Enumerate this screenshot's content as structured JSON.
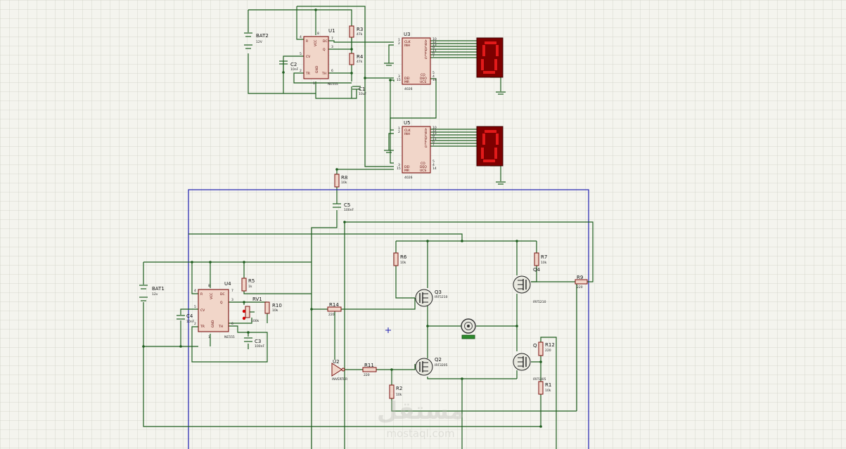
{
  "components": {
    "bat2": {
      "ref": "BAT2",
      "value": "12V"
    },
    "bat1": {
      "ref": "BAT1",
      "value": "12v"
    },
    "u1": {
      "ref": "U1",
      "part": "NE555",
      "pins": {
        "r": "R",
        "dc": "DC",
        "q": "Q",
        "cv": "CV",
        "tr": "TR",
        "th": "TH",
        "vcc": "VCC",
        "gnd": "GND"
      }
    },
    "u4": {
      "ref": "U4",
      "part": "NE555",
      "pins": {
        "r": "R",
        "dc": "DC",
        "q": "Q",
        "cv": "CV",
        "tr": "TR",
        "th": "TH",
        "vcc": "VCC",
        "gnd": "GND"
      }
    },
    "u3": {
      "ref": "U3",
      "part": "4026",
      "pins": {
        "clk": "CLK",
        "inh": "INH",
        "a": "A",
        "b": "B",
        "c": "C",
        "d": "D",
        "e": "E",
        "f": "F",
        "g": "G",
        "dei": "DEI",
        "mr": "MR",
        "co": "CO",
        "deo": "DEO",
        "ucs": "UCS"
      }
    },
    "u5": {
      "ref": "U5",
      "part": "4026",
      "pins": {
        "clk": "CLK",
        "inh": "INH",
        "a": "A",
        "b": "B",
        "c": "C",
        "d": "D",
        "e": "E",
        "f": "F",
        "g": "G",
        "dei": "DEI",
        "mr": "MR",
        "co": "CO",
        "deo": "DEO",
        "ucs": "UCS"
      }
    },
    "u2": {
      "ref": "U2",
      "part": "INVERTER"
    },
    "r1": {
      "ref": "R1",
      "value": "10k"
    },
    "r2": {
      "ref": "R2",
      "value": "10k"
    },
    "r3": {
      "ref": "R3",
      "value": "47k"
    },
    "r4": {
      "ref": "R4",
      "value": "47k"
    },
    "r5": {
      "ref": "R5",
      "value": "1k"
    },
    "r6": {
      "ref": "R6",
      "value": "10k"
    },
    "r7": {
      "ref": "R7",
      "value": "10k"
    },
    "r8": {
      "ref": "R8",
      "value": "10k"
    },
    "r9": {
      "ref": "R9",
      "value": "220"
    },
    "r10": {
      "ref": "R10",
      "value": "10k"
    },
    "r11": {
      "ref": "R11",
      "value": "220"
    },
    "r12": {
      "ref": "R12",
      "value": "220"
    },
    "r14": {
      "ref": "R14",
      "value": "220"
    },
    "rv1": {
      "ref": "RV1",
      "value": "100k"
    },
    "c1": {
      "ref": "C1",
      "value": "10uF"
    },
    "c2": {
      "ref": "C2",
      "value": "10nF"
    },
    "c3": {
      "ref": "C3",
      "value": "100nF"
    },
    "c4": {
      "ref": "C4",
      "value": "10nF"
    },
    "c5": {
      "ref": "C5",
      "value": "100nF"
    },
    "q1": {
      "ref": "Q",
      "part": "IRF5305"
    },
    "q2": {
      "ref": "Q2",
      "part": "IRF3205"
    },
    "q3": {
      "ref": "Q3",
      "part": "IRF5210"
    },
    "q4": {
      "ref": "Q4",
      "part": "IRF5210"
    },
    "display1": {
      "digit": "0"
    },
    "display2": {
      "digit": "0"
    }
  },
  "pin_numbers": {
    "u1": {
      "r": "4",
      "dc": "7",
      "q": "3",
      "cv": "5",
      "tr": "2",
      "th": "6",
      "vcc": "8",
      "gnd": "1"
    },
    "u4": {
      "r": "4",
      "dc": "7",
      "q": "3",
      "cv": "5",
      "tr": "2",
      "th": "6",
      "vcc": "8",
      "gnd": "1"
    },
    "u3": {
      "clk": "1",
      "inh": "2",
      "a": "10",
      "b": "12",
      "c": "13",
      "d": "9",
      "e": "11",
      "f": "6",
      "g": "7",
      "dei": "3",
      "mr": "15",
      "co": "5",
      "deo": "4",
      "ucs": "14"
    },
    "u5": {
      "clk": "1",
      "inh": "2",
      "a": "10",
      "b": "12",
      "c": "13",
      "d": "9",
      "e": "11",
      "f": "6",
      "g": "7",
      "dei": "3",
      "mr": "15",
      "co": "5",
      "deo": "4",
      "ucs": "14"
    }
  },
  "colors": {
    "wire": "#1f5e1f",
    "border": "#1f1fb0",
    "part_fill": "#f1d6c9",
    "part_stroke": "#7a1010",
    "segment_on": "#e11a1a",
    "grid": "#cfd1c4"
  },
  "watermark": {
    "text": "مستقل",
    "subtext": "mostaql.com"
  }
}
